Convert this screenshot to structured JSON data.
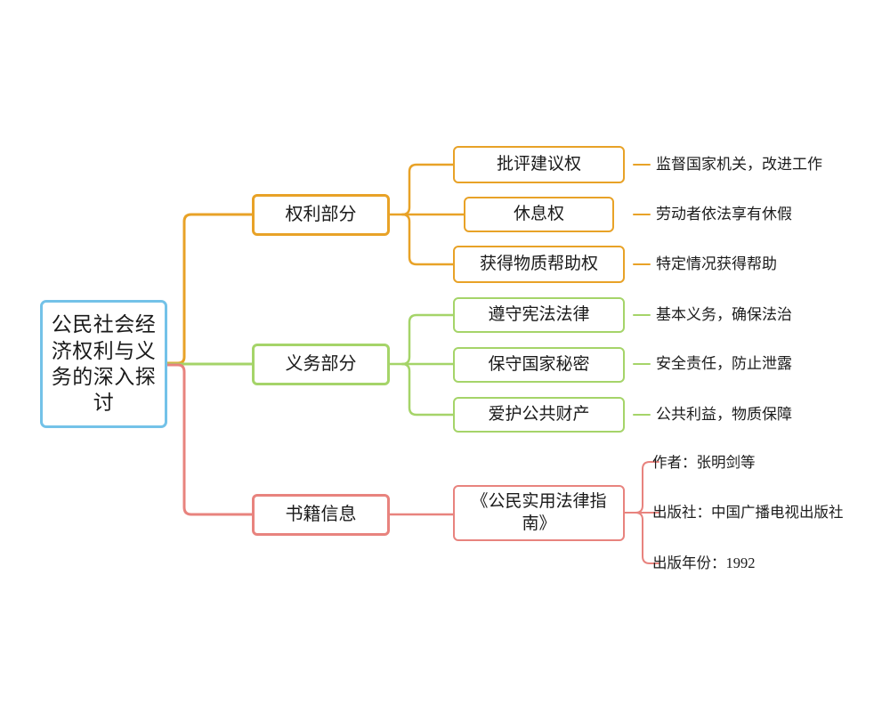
{
  "diagram": {
    "type": "mind-map",
    "title": "公民社会经济权利与义务的深入探讨",
    "orientation": "left-to-right",
    "colors": {
      "root": "#73C2E8",
      "rights": "#E8A227",
      "duties": "#A5D469",
      "book": "#E8837E",
      "text": "#1a1a1a",
      "background": "#ffffff"
    }
  },
  "root": {
    "label": "公民社会经济权利与义务的深入探讨"
  },
  "branches": [
    {
      "id": "rights",
      "label": "权利部分",
      "color": "#E8A227",
      "children": [
        {
          "label": "批评建议权",
          "detail": "监督国家机关，改进工作"
        },
        {
          "label": "休息权",
          "detail": "劳动者依法享有休假"
        },
        {
          "label": "获得物质帮助权",
          "detail": "特定情况获得帮助"
        }
      ]
    },
    {
      "id": "duties",
      "label": "义务部分",
      "color": "#A5D469",
      "children": [
        {
          "label": "遵守宪法法律",
          "detail": "基本义务，确保法治"
        },
        {
          "label": "保守国家秘密",
          "detail": "安全责任，防止泄露"
        },
        {
          "label": "爱护公共财产",
          "detail": "公共利益，物质保障"
        }
      ]
    },
    {
      "id": "book",
      "label": "书籍信息",
      "color": "#E8837E",
      "children": [
        {
          "label": "《公民实用法律指南》",
          "details": [
            "作者：张明剑等",
            "出版社：中国广播电视出版社",
            "出版年份：1992"
          ]
        }
      ]
    }
  ]
}
